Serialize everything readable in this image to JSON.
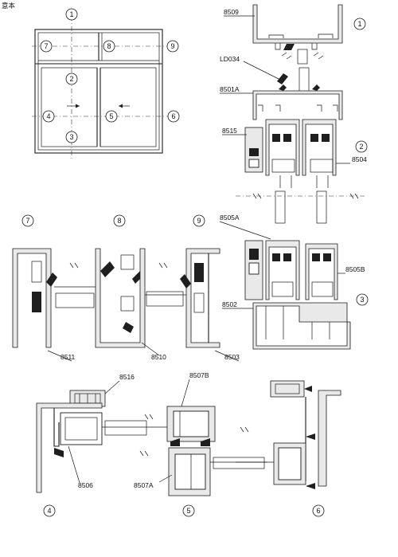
{
  "header_mark": "意本",
  "frame_callouts": [
    "1",
    "2",
    "3",
    "4",
    "5",
    "6",
    "7",
    "8",
    "9"
  ],
  "section_markers": [
    "1",
    "2",
    "3",
    "4",
    "5",
    "6",
    "7",
    "8",
    "9"
  ],
  "profile_codes": {
    "p8509": "8509",
    "ld034": "LD034",
    "p8501a": "8501A",
    "p8515": "8515",
    "p8504": "8504",
    "p8505a": "8505A",
    "p8505b": "8505B",
    "p8502": "8502",
    "p8511": "8511",
    "p8510": "8510",
    "p8503": "8503",
    "p8516": "8516",
    "p8507b": "8507B",
    "p8506": "8506",
    "p8507a": "8507A"
  }
}
